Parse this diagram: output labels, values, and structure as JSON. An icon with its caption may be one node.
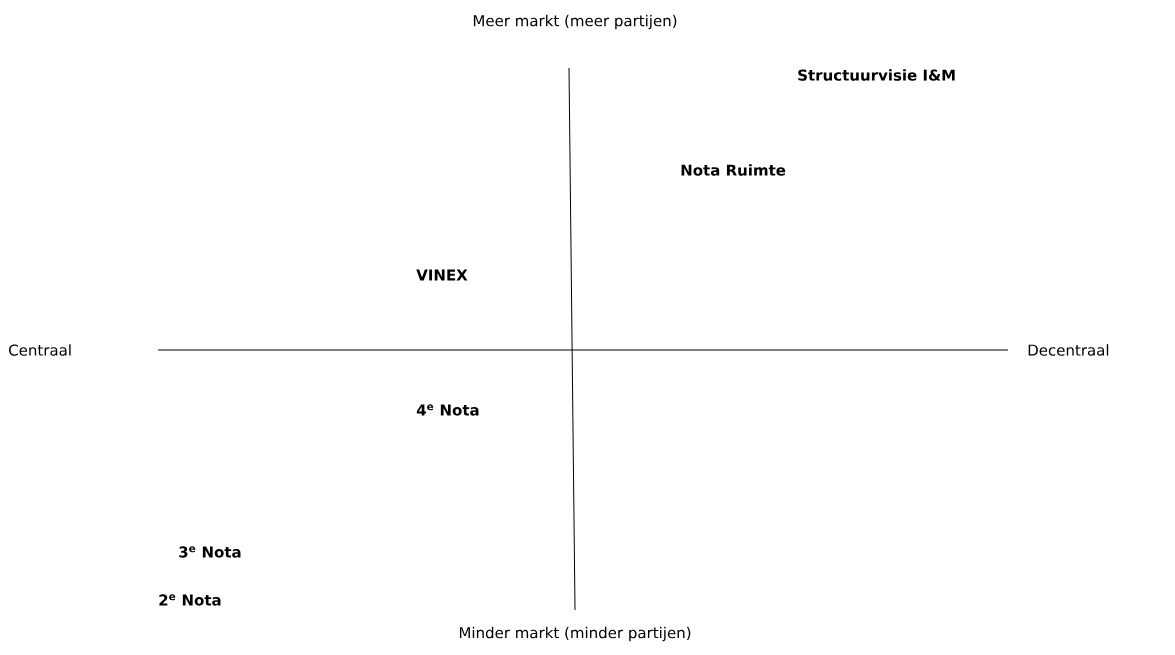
{
  "diagram": {
    "labels": [
      "Meer markt (meer partijen)",
      "Structuurvisie I&M",
      "Nota Ruimte",
      "VINEX",
      "Centraal",
      "Decentraal",
      "4$^{e}$ Nota",
      "3$^{e}$ Nota",
      "2$^{e}$ Nota",
      "Minder markt (minder partijen)"
    ]
  }
}
